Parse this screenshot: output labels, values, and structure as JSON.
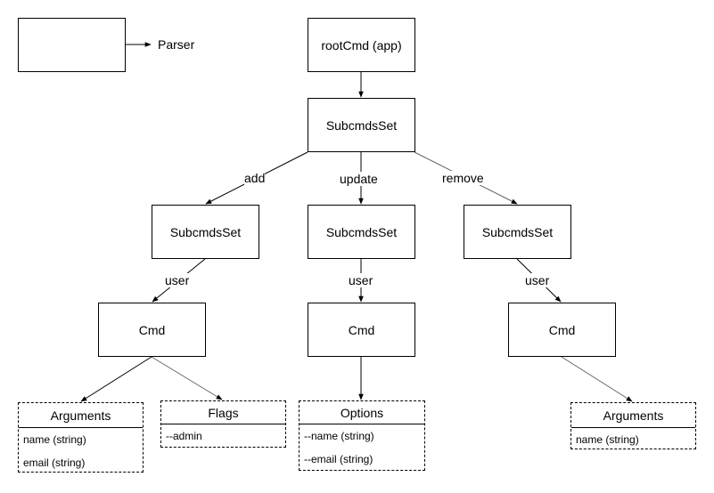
{
  "legend": {
    "label": "Parser"
  },
  "nodes": {
    "root": "rootCmd (app)",
    "subcmds_root": "SubcmdsSet",
    "subcmds_add": "SubcmdsSet",
    "subcmds_update": "SubcmdsSet",
    "subcmds_remove": "SubcmdsSet",
    "cmd_add": "Cmd",
    "cmd_update": "Cmd",
    "cmd_remove": "Cmd"
  },
  "edge_labels": {
    "add": "add",
    "update": "update",
    "remove": "remove",
    "user_add": "user",
    "user_update": "user",
    "user_remove": "user"
  },
  "arguments_add": {
    "title": "Arguments",
    "rows": [
      "name (string)",
      "email (string)"
    ]
  },
  "flags_add": {
    "title": "Flags",
    "rows": [
      "--admin"
    ]
  },
  "options_update": {
    "title": "Options",
    "rows": [
      "--name (string)",
      "--email (string)"
    ]
  },
  "arguments_remove": {
    "title": "Arguments",
    "rows": [
      "name (string)"
    ]
  }
}
